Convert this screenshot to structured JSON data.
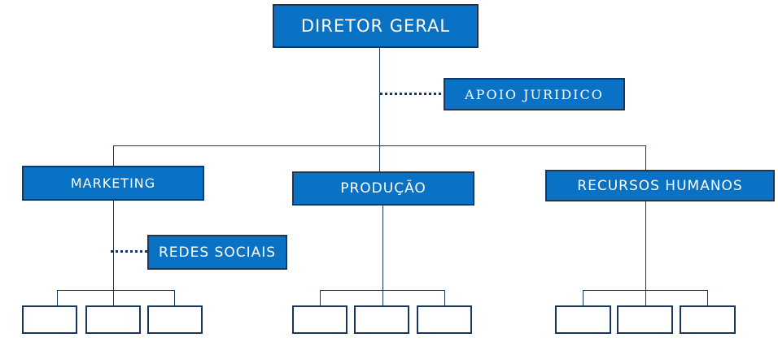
{
  "diagram_type": "org-chart",
  "colors": {
    "node_fill": "#0a72c4",
    "node_border": "#17375e",
    "connector": "#17365d",
    "node_text": "#ffffff",
    "background": "#ffffff"
  },
  "nodes": {
    "root": {
      "label": "DIRETOR GERAL"
    },
    "root_assistant": {
      "label": "APOIO JURIDICO"
    },
    "marketing": {
      "label": "MARKETING"
    },
    "producao": {
      "label": "PRODUÇÃO"
    },
    "recursos_humanos": {
      "label": "RECURSOS HUMANOS"
    },
    "marketing_assistant": {
      "label": "REDES SOCIAIS"
    }
  },
  "structure": {
    "root": "DIRETOR GERAL",
    "root_assistant": "APOIO JURIDICO",
    "root_assistant_link": "dotted",
    "departments": [
      "MARKETING",
      "PRODUÇÃO",
      "RECURSOS HUMANOS"
    ],
    "marketing_assistant": "REDES SOCIAIS",
    "marketing_assistant_link": "dotted",
    "unlabeled_children_per_department": 3,
    "unlabeled_children_labels": [
      "",
      "",
      ""
    ]
  }
}
